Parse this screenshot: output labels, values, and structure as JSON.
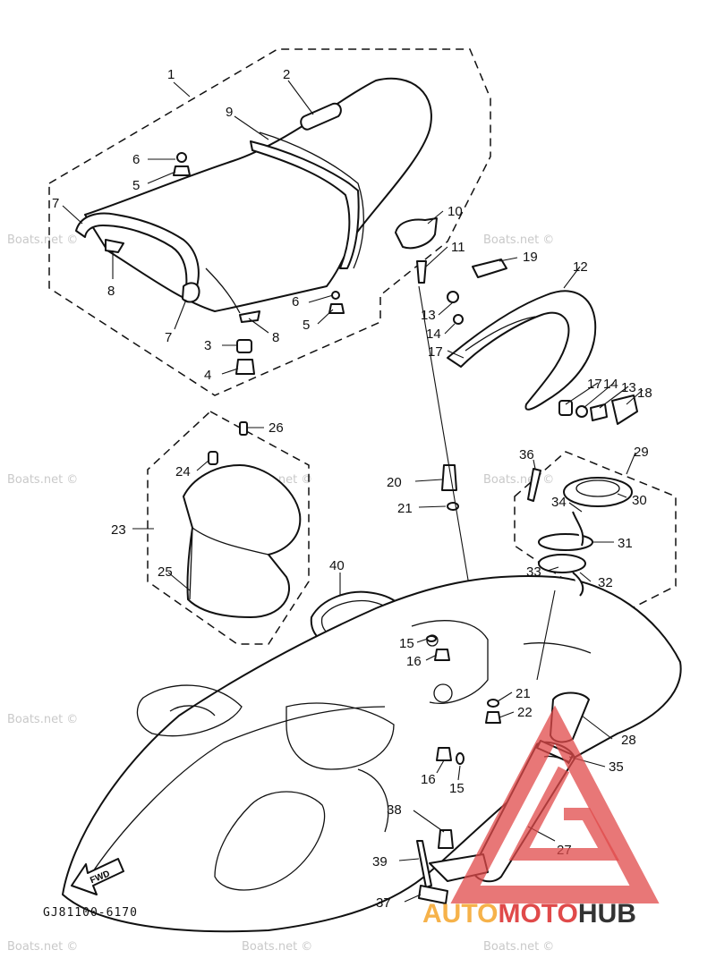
{
  "drawing_code": "GJ81100-6170",
  "fwd_label": "FWD",
  "watermark_text": "Boats.net ©",
  "logo": {
    "part1": "AUTO",
    "part2": "MOTO",
    "part3": "HUB",
    "color_auto": "#f6b24a",
    "color_moto": "#e04a4a",
    "color_hub": "#333333"
  },
  "callouts": {
    "c1": "1",
    "c2": "2",
    "c3": "3",
    "c4": "4",
    "c5a": "5",
    "c5b": "5",
    "c6a": "6",
    "c6b": "6",
    "c7a": "7",
    "c7b": "7",
    "c8a": "8",
    "c8b": "8",
    "c9": "9",
    "c10": "10",
    "c11": "11",
    "c12": "12",
    "c13a": "13",
    "c13b": "13",
    "c14a": "14",
    "c14b": "14",
    "c15a": "15",
    "c15b": "15",
    "c16a": "16",
    "c16b": "16",
    "c17a": "17",
    "c17b": "17",
    "c18": "18",
    "c19": "19",
    "c20": "20",
    "c21a": "21",
    "c21b": "21",
    "c22": "22",
    "c23": "23",
    "c24": "24",
    "c25": "25",
    "c26": "26",
    "c27": "27",
    "c28": "28",
    "c29": "29",
    "c30": "30",
    "c31": "31",
    "c32": "32",
    "c33": "33",
    "c34": "34",
    "c35": "35",
    "c36": "36",
    "c37": "37",
    "c38": "38",
    "c39": "39",
    "c40": "40"
  }
}
